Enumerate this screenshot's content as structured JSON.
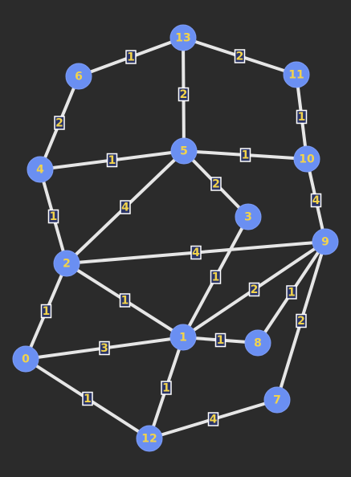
{
  "graph": {
    "colors": {
      "background": "#2b2b2b",
      "edge": "#e6e6e6",
      "node_fill": "#6a8ff2",
      "label_text": "#f2d34b",
      "weight_box": "#2a3466"
    },
    "nodes": [
      "0",
      "1",
      "2",
      "3",
      "4",
      "5",
      "6",
      "7",
      "8",
      "9",
      "10",
      "11",
      "12",
      "13"
    ],
    "edges": [
      {
        "from": "6",
        "to": "13",
        "weight": "1"
      },
      {
        "from": "13",
        "to": "11",
        "weight": "2"
      },
      {
        "from": "13",
        "to": "5",
        "weight": "2"
      },
      {
        "from": "11",
        "to": "10",
        "weight": "1"
      },
      {
        "from": "6",
        "to": "4",
        "weight": "2"
      },
      {
        "from": "4",
        "to": "5",
        "weight": "1"
      },
      {
        "from": "5",
        "to": "10",
        "weight": "1"
      },
      {
        "from": "5",
        "to": "3",
        "weight": "2"
      },
      {
        "from": "10",
        "to": "9",
        "weight": "4"
      },
      {
        "from": "4",
        "to": "2",
        "weight": "1"
      },
      {
        "from": "5",
        "to": "2",
        "weight": "4"
      },
      {
        "from": "2",
        "to": "9",
        "weight": "4"
      },
      {
        "from": "3",
        "to": "1",
        "weight": "1"
      },
      {
        "from": "9",
        "to": "1",
        "weight": "2"
      },
      {
        "from": "9",
        "to": "8",
        "weight": "1"
      },
      {
        "from": "9",
        "to": "7",
        "weight": "2"
      },
      {
        "from": "2",
        "to": "0",
        "weight": "1"
      },
      {
        "from": "2",
        "to": "1",
        "weight": "1"
      },
      {
        "from": "0",
        "to": "1",
        "weight": "3"
      },
      {
        "from": "1",
        "to": "8",
        "weight": "1"
      },
      {
        "from": "0",
        "to": "12",
        "weight": "1"
      },
      {
        "from": "1",
        "to": "12",
        "weight": "1"
      },
      {
        "from": "12",
        "to": "7",
        "weight": "4"
      }
    ]
  }
}
